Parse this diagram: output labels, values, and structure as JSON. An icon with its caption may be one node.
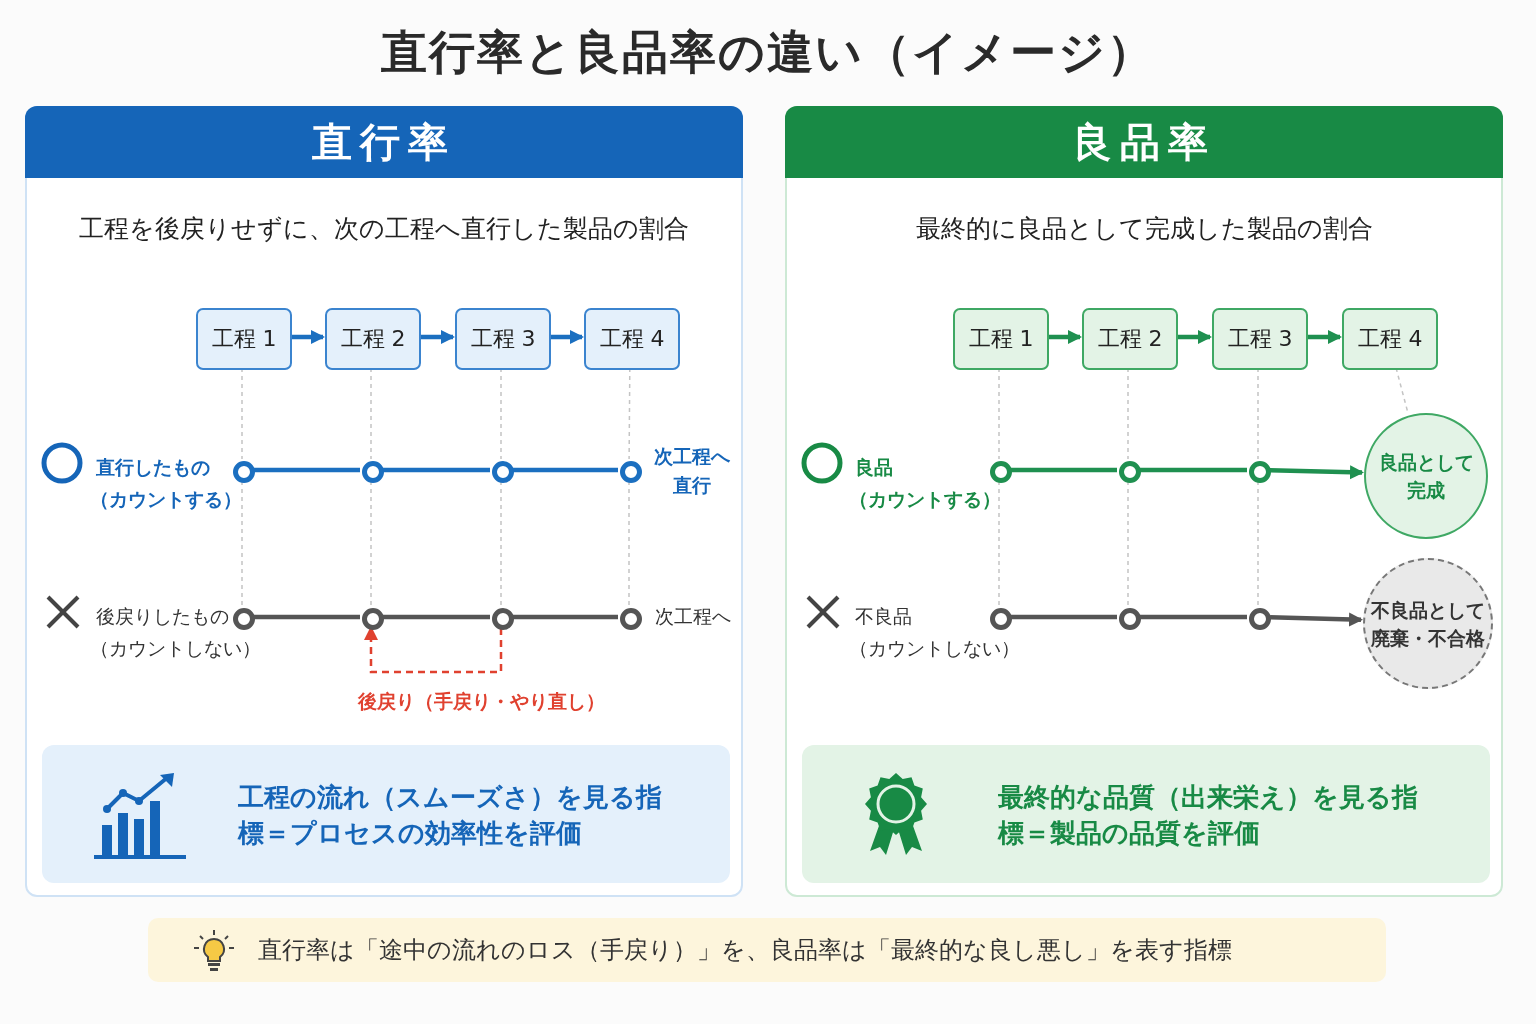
{
  "diagram": {
    "title": "直行率と良品率の違い（イメージ）",
    "nodes": [
      {
        "text": [
          "直行率",
          "工程を後戻りせずに、次の工程へ直行した製品の割合"
        ]
      },
      {
        "text": [
          "工程 1"
        ],
        "in": 0
      },
      {
        "text": [
          "工程 2"
        ],
        "in": 0
      },
      {
        "text": [
          "工程 3"
        ],
        "in": 0
      },
      {
        "text": [
          "工程 4"
        ],
        "in": 0
      },
      {
        "text": [],
        "shape": "circle",
        "in": 0
      },
      {
        "text": [],
        "shape": "circle",
        "in": 0
      },
      {
        "text": [],
        "shape": "circle",
        "in": 0
      },
      {
        "text": [],
        "shape": "circle",
        "in": 0
      },
      {
        "text": [],
        "shape": "circle",
        "in": 0
      },
      {
        "text": [],
        "shape": "circle",
        "in": 0
      },
      {
        "text": [],
        "shape": "circle",
        "in": 0
      },
      {
        "text": [],
        "shape": "circle",
        "in": 0
      },
      {
        "text": [
          "工程の流れ（スムーズさ）を見る指標＝プロセスの効率性を評価"
        ],
        "in": 0
      },
      {
        "text": [
          "良品率",
          "最終的に良品として完成した製品の割合"
        ]
      },
      {
        "text": [
          "工程 1"
        ],
        "in": 14
      },
      {
        "text": [
          "工程 2"
        ],
        "in": 14
      },
      {
        "text": [
          "工程 3"
        ],
        "in": 14
      },
      {
        "text": [
          "工程 4"
        ],
        "in": 14
      },
      {
        "text": [],
        "shape": "circle",
        "in": 14
      },
      {
        "text": [],
        "shape": "circle",
        "in": 14
      },
      {
        "text": [],
        "shape": "circle",
        "in": 14
      },
      {
        "text": [],
        "shape": "circle",
        "in": 14
      },
      {
        "text": [],
        "shape": "circle",
        "in": 14
      },
      {
        "text": [],
        "shape": "circle",
        "in": 14
      },
      {
        "text": [
          "良品として完成"
        ],
        "in": 14
      },
      {
        "text": [
          "不良品として廃棄・不合格"
        ],
        "in": 14
      },
      {
        "text": [
          "最終的な品質（出来栄え）を見る指標＝製品の品質を評価"
        ],
        "in": 14
      },
      {
        "text": [
          "直行率は「途中の流れのロス（手戻り）」を、良品率は「最終的な良し悪し」を表す指標"
        ]
      }
    ],
    "edges": [
      {
        "from": 1,
        "to": 2,
        "arrow": "to",
        "color": "#1b6fc0"
      },
      {
        "from": 2,
        "to": 3,
        "arrow": "to",
        "color": "#1b6fc0"
      },
      {
        "from": 3,
        "to": 4,
        "arrow": "to",
        "color": "#1b6fc0"
      },
      {
        "from": 1,
        "to": 5,
        "arrow": "none",
        "style": "dashed",
        "color": "#c4c4c4"
      },
      {
        "from": 2,
        "to": 6,
        "arrow": "none",
        "style": "dashed",
        "color": "#c4c4c4"
      },
      {
        "from": 3,
        "to": 7,
        "arrow": "none",
        "style": "dashed",
        "color": "#c4c4c4"
      },
      {
        "from": 4,
        "to": 8,
        "arrow": "none",
        "style": "dashed",
        "color": "#c4c4c4"
      },
      {
        "from": 5,
        "to": 9,
        "arrow": "none",
        "style": "dashed",
        "color": "#c4c4c4"
      },
      {
        "from": 6,
        "to": 10,
        "arrow": "none",
        "style": "dashed",
        "color": "#c4c4c4"
      },
      {
        "from": 7,
        "to": 11,
        "arrow": "none",
        "style": "dashed",
        "color": "#c4c4c4"
      },
      {
        "from": 8,
        "to": 12,
        "arrow": "none",
        "style": "dashed",
        "color": "#c4c4c4"
      },
      {
        "from": 5,
        "to": 6,
        "arrow": "none",
        "color": "#1b6fc0"
      },
      {
        "from": 6,
        "to": 7,
        "arrow": "none",
        "color": "#1b6fc0"
      },
      {
        "from": 7,
        "to": 8,
        "arrow": "none",
        "color": "#1b6fc0"
      },
      {
        "from": 9,
        "to": 10,
        "arrow": "none",
        "color": "#555555"
      },
      {
        "from": 10,
        "to": 11,
        "arrow": "none",
        "color": "#555555"
      },
      {
        "from": 11,
        "to": 12,
        "arrow": "none",
        "color": "#555555"
      },
      {
        "from": 11,
        "to": 10,
        "arrow": "to",
        "style": "dashed",
        "color": "#e0412f",
        "label": "後戻り（手戻り・やり直し）"
      },
      {
        "from": 15,
        "to": 16,
        "arrow": "to",
        "color": "#1f9050"
      },
      {
        "from": 16,
        "to": 17,
        "arrow": "to",
        "color": "#1f9050"
      },
      {
        "from": 17,
        "to": 18,
        "arrow": "to",
        "color": "#1f9050"
      },
      {
        "from": 15,
        "to": 19,
        "arrow": "none",
        "style": "dashed",
        "color": "#c4c4c4"
      },
      {
        "from": 16,
        "to": 20,
        "arrow": "none",
        "style": "dashed",
        "color": "#c4c4c4"
      },
      {
        "from": 17,
        "to": 21,
        "arrow": "none",
        "style": "dashed",
        "color": "#c4c4c4"
      },
      {
        "from": 18,
        "to": 25,
        "arrow": "none",
        "style": "dashed",
        "color": "#c4c4c4"
      },
      {
        "from": 19,
        "to": 22,
        "arrow": "none",
        "style": "dashed",
        "color": "#c4c4c4"
      },
      {
        "from": 20,
        "to": 23,
        "arrow": "none",
        "style": "dashed",
        "color": "#c4c4c4"
      },
      {
        "from": 21,
        "to": 24,
        "arrow": "none",
        "style": "dashed",
        "color": "#c4c4c4"
      },
      {
        "from": 19,
        "to": 20,
        "arrow": "none",
        "color": "#1f9050"
      },
      {
        "from": 20,
        "to": 21,
        "arrow": "none",
        "color": "#1f9050"
      },
      {
        "from": 21,
        "to": 25,
        "arrow": "to",
        "color": "#1f9050"
      },
      {
        "from": 22,
        "to": 23,
        "arrow": "none",
        "color": "#555555"
      },
      {
        "from": 23,
        "to": 24,
        "arrow": "none",
        "color": "#555555"
      },
      {
        "from": 24,
        "to": 26,
        "arrow": "to",
        "color": "#555555"
      }
    ],
    "labels": [
      "直行したもの",
      "（カウントする）",
      "次工程へ直行",
      "後戻りしたもの",
      "（カウントしない）",
      "次工程へ",
      "良品",
      "（カウントする）",
      "不良品",
      "（カウントしない）"
    ]
  }
}
